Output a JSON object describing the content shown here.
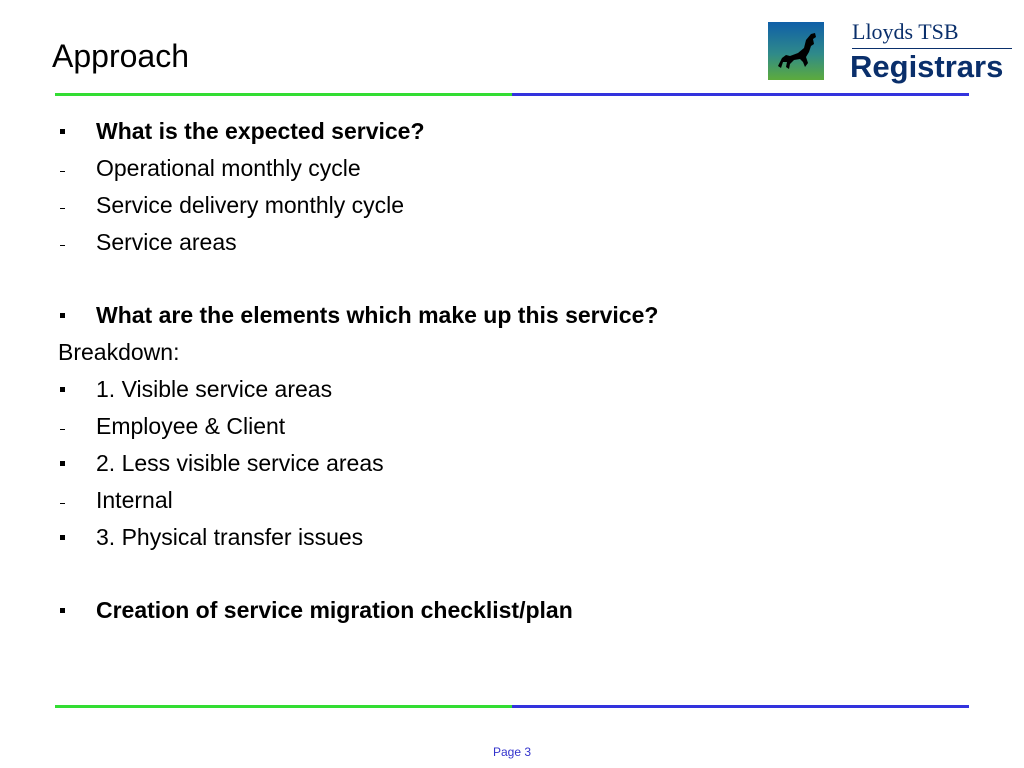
{
  "slide": {
    "title": "Approach",
    "logo": {
      "line1": "Lloyds TSB",
      "line2": "Registrars",
      "mark_icon": "black-horse-icon",
      "mark_colors": {
        "top": "#0f5fa8",
        "bottom": "#5dab3c",
        "horse": "#000000"
      }
    },
    "rule_colors": {
      "left": "#33dd33",
      "right": "#3333dd"
    },
    "items": [
      {
        "marker": "square",
        "text": "What is the expected service?",
        "bold": true
      },
      {
        "marker": "dash",
        "text": "Operational monthly cycle",
        "bold": false
      },
      {
        "marker": "dash",
        "text": "Service delivery monthly cycle",
        "bold": false
      },
      {
        "marker": "dash",
        "text": "Service areas",
        "bold": false
      },
      {
        "marker": "none",
        "text": "",
        "bold": false
      },
      {
        "marker": "square",
        "text": "What are the elements which make up this service?",
        "bold": true
      },
      {
        "marker": "plain",
        "text": "Breakdown:",
        "bold": false
      },
      {
        "marker": "square",
        "text": "1. Visible service areas",
        "bold": false
      },
      {
        "marker": "dash",
        "text": "Employee & Client",
        "bold": false
      },
      {
        "marker": "square",
        "text": "2. Less visible service areas",
        "bold": false
      },
      {
        "marker": "dash",
        "text": "Internal",
        "bold": false
      },
      {
        "marker": "square",
        "text": "3. Physical transfer issues",
        "bold": false
      },
      {
        "marker": "none",
        "text": "",
        "bold": false
      },
      {
        "marker": "square",
        "text": "Creation of service migration checklist/plan",
        "bold": true
      }
    ],
    "footer": {
      "page_label": "Page 3"
    }
  }
}
